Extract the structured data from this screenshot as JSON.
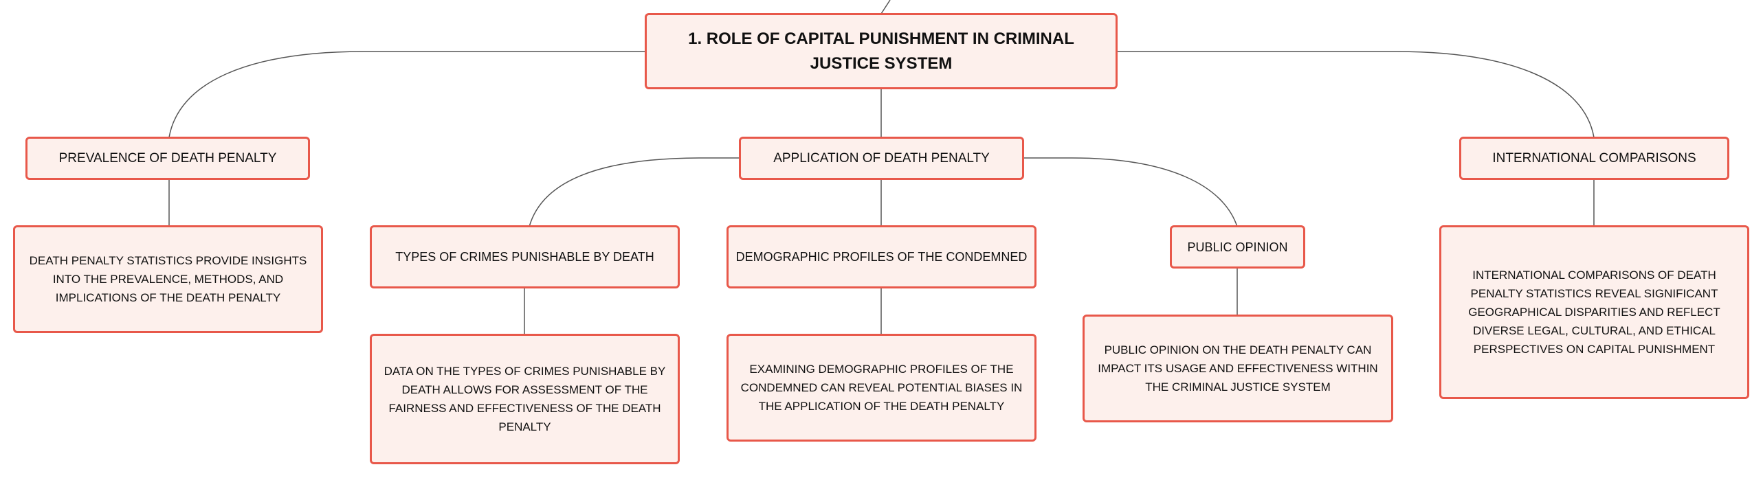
{
  "mindmap": {
    "root": {
      "label": "1. ROLE OF CAPITAL PUNISHMENT IN CRIMINAL JUSTICE SYSTEM"
    },
    "prevalence": {
      "label": "PREVALENCE OF DEATH PENALTY",
      "detail": "DEATH PENALTY STATISTICS PROVIDE INSIGHTS INTO THE PREVALENCE, METHODS, AND IMPLICATIONS OF THE DEATH PENALTY"
    },
    "application": {
      "label": "APPLICATION OF DEATH PENALTY",
      "crime_types": {
        "label": "TYPES OF CRIMES PUNISHABLE BY DEATH",
        "detail": "DATA ON THE TYPES OF CRIMES PUNISHABLE BY DEATH ALLOWS FOR ASSESSMENT OF THE FAIRNESS AND EFFECTIVENESS OF THE DEATH PENALTY"
      },
      "demographics": {
        "label": "DEMOGRAPHIC PROFILES OF THE CONDEMNED",
        "detail": "EXAMINING DEMOGRAPHIC PROFILES OF THE CONDEMNED CAN REVEAL POTENTIAL BIASES IN THE APPLICATION OF THE DEATH PENALTY"
      },
      "public_opinion": {
        "label": "PUBLIC OPINION",
        "detail": "PUBLIC OPINION ON THE DEATH PENALTY CAN IMPACT ITS USAGE AND EFFECTIVENESS WITHIN THE CRIMINAL JUSTICE SYSTEM"
      }
    },
    "international": {
      "label": "INTERNATIONAL COMPARISONS",
      "detail": "INTERNATIONAL COMPARISONS OF DEATH PENALTY STATISTICS REVEAL SIGNIFICANT GEOGRAPHICAL DISPARITIES AND REFLECT DIVERSE LEGAL, CULTURAL, AND ETHICAL PERSPECTIVES ON CAPITAL PUNISHMENT"
    }
  },
  "colors": {
    "node_border": "#e8584a",
    "node_fill": "#fdf0ec",
    "connector": "#555555"
  }
}
